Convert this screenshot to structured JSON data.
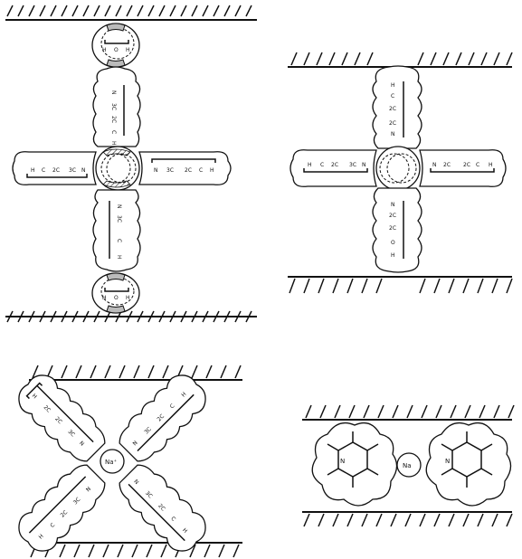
{
  "panels": {
    "top_left": {
      "top_water_left": "H",
      "top_water_mid": "O",
      "top_water_right": "H",
      "bottom_water_left": "H",
      "bottom_water_mid": "O",
      "bottom_water_right": "H",
      "left_chain": [
        "H",
        "C",
        "2C",
        "3C",
        "N"
      ],
      "right_chain": [
        "N",
        "3C",
        "2C",
        "C",
        "H"
      ],
      "up_chain": [
        "N",
        "3C",
        "2C",
        "C",
        "H"
      ],
      "down_chain": [
        "N",
        "3C",
        "C",
        "H"
      ]
    },
    "top_right": {
      "up_chain": [
        "H",
        "C",
        "2C",
        "2C",
        "N"
      ],
      "down_chain": [
        "N",
        "2C",
        "2C",
        "O",
        "H"
      ],
      "left_chain": [
        "H",
        "C",
        "2C",
        "3C",
        "N"
      ],
      "right_chain": [
        "N",
        "2C",
        "2C",
        "C",
        "H"
      ]
    },
    "bottom_left": {
      "center_ion": "Na⁺",
      "ul_chain": [
        "H",
        "2C",
        "2C",
        "3C",
        "N"
      ],
      "ur_chain": [
        "N",
        "3C",
        "2C",
        "C",
        "H"
      ],
      "ll_chain": [
        "H",
        "C",
        "2C",
        "3C",
        "N"
      ],
      "lr_chain": [
        "N",
        "3C",
        "2C",
        "C",
        "H"
      ]
    },
    "bottom_right": {
      "center_ion": "Na",
      "left_ring_atom": "N",
      "right_ring_atom": "N"
    }
  }
}
